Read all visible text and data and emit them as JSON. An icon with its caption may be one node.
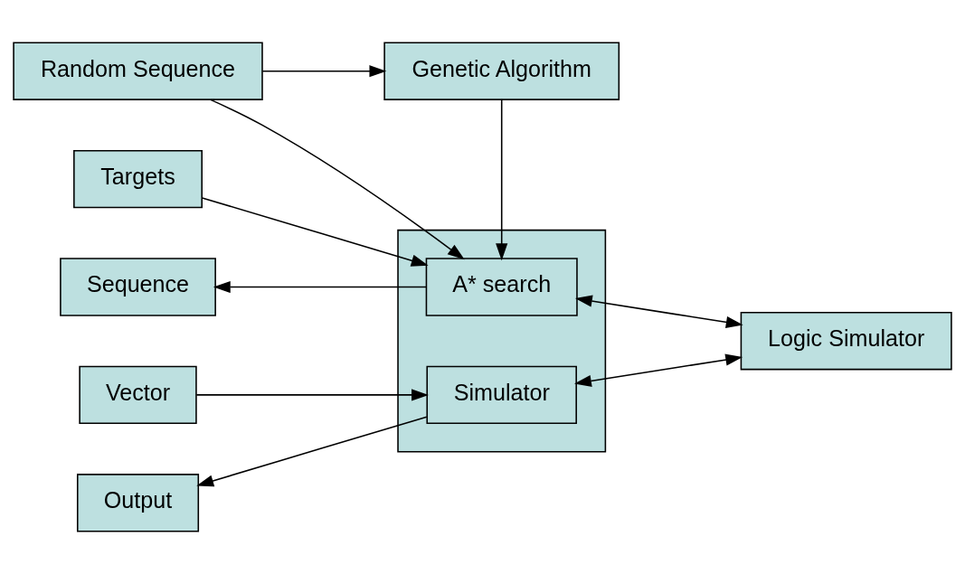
{
  "diagram": {
    "nodes": [
      {
        "text": [
          "Random Sequence"
        ]
      },
      {
        "text": [
          "Genetic Algorithm"
        ]
      },
      {
        "text": [
          "Targets"
        ]
      },
      {
        "text": [
          "Sequence"
        ]
      },
      {
        "text": [
          "Vector"
        ]
      },
      {
        "text": [
          "Output"
        ]
      },
      {
        "text": [],
        "shape": "box"
      },
      {
        "text": [
          "A* search"
        ],
        "in": 6
      },
      {
        "text": [
          "Simulator"
        ],
        "in": 6
      },
      {
        "text": [
          "Logic Simulator"
        ]
      }
    ],
    "edges": [
      {
        "from": 0,
        "to": 1,
        "arrow": "to"
      },
      {
        "from": 0,
        "to": 7,
        "arrow": "to"
      },
      {
        "from": 1,
        "to": 7,
        "arrow": "to"
      },
      {
        "from": 2,
        "to": 7,
        "arrow": "to"
      },
      {
        "from": 7,
        "to": 3,
        "arrow": "to"
      },
      {
        "from": 7,
        "to": 9,
        "arrow": "both"
      },
      {
        "from": 4,
        "to": 8,
        "arrow": "to"
      },
      {
        "from": 8,
        "to": 9,
        "arrow": "both"
      },
      {
        "from": 8,
        "to": 5,
        "arrow": "to"
      }
    ]
  }
}
